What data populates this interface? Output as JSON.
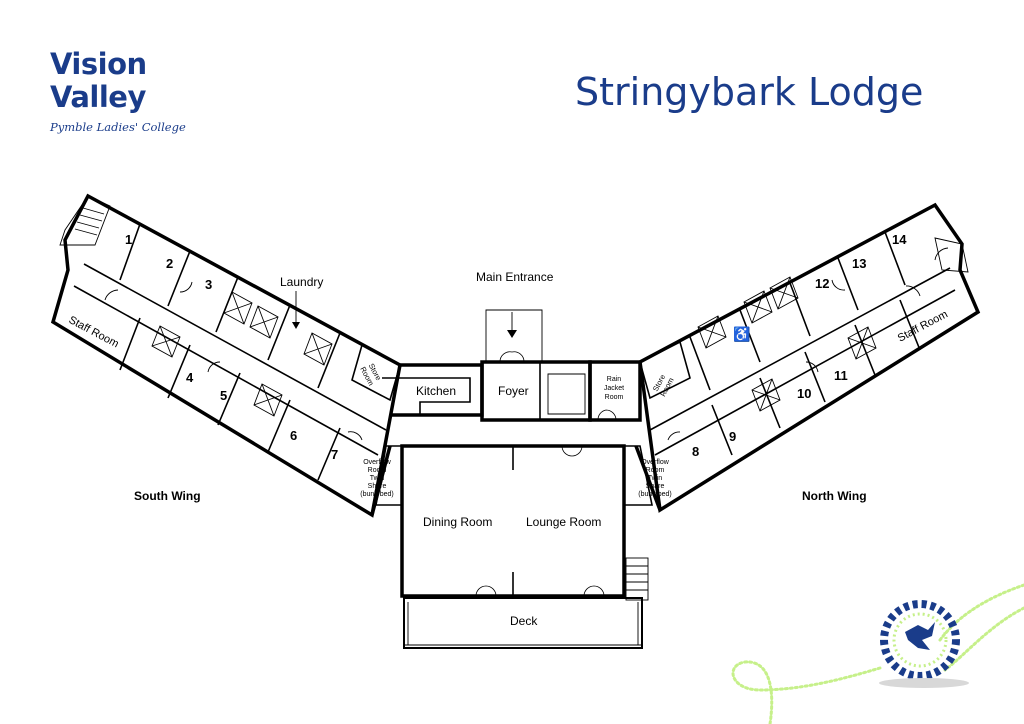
{
  "logo": {
    "line1": "Vision",
    "line2": "Valley",
    "line3": "Pymble Ladies' College"
  },
  "title": "Stringybark Lodge",
  "labels": {
    "laundry": "Laundry",
    "main_entrance": "Main Entrance",
    "kitchen": "Kitchen",
    "foyer": "Foyer",
    "rain_jacket_room": [
      "Rain",
      "Jacket",
      "Room"
    ],
    "store_room_south": [
      "Store",
      "Room"
    ],
    "store_room_north": [
      "Store",
      "Room"
    ],
    "dining_room": "Dining Room",
    "lounge_room": "Lounge Room",
    "deck": "Deck",
    "staff_room_south": "Staff Room",
    "staff_room_north": "Staff Room",
    "overflow_south": [
      "Overflow",
      "Room",
      "Twin",
      "Share",
      "(bunk bed)"
    ],
    "overflow_north": [
      "Overflow",
      "Room",
      "Twin",
      "Share",
      "(bunk bed)"
    ],
    "south_wing": "South Wing",
    "north_wing": "North Wing"
  },
  "rooms_south": [
    "1",
    "2",
    "3",
    "4",
    "5",
    "6",
    "7"
  ],
  "rooms_north": [
    "8",
    "9",
    "10",
    "11",
    "12",
    "13",
    "14"
  ],
  "colors": {
    "brand_blue": "#1a3c8a",
    "decor_green": "#c6f08a",
    "wall": "#000000"
  }
}
